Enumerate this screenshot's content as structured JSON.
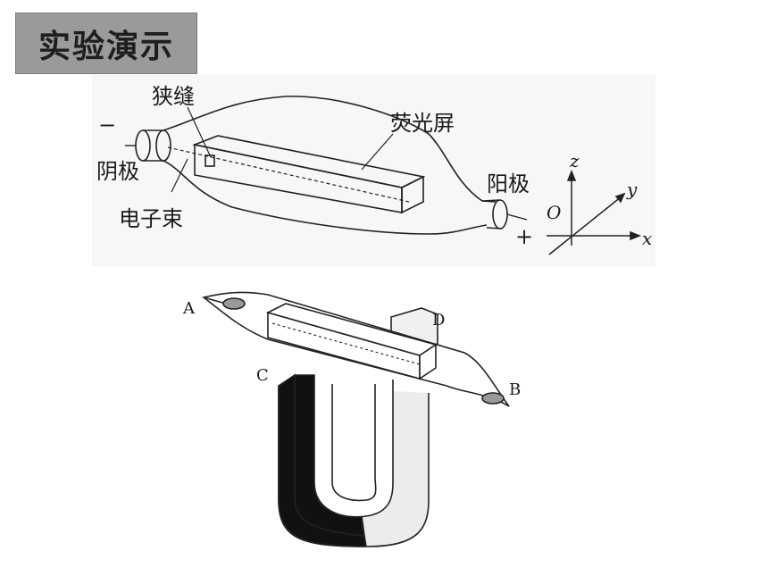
{
  "title": "实验演示",
  "labels": {
    "minus": "−",
    "plus": "+",
    "slit": "狭缝",
    "screen": "荧光屏",
    "cathode": "阴极",
    "anode": "阳极",
    "beam": "电子束",
    "origin": "O",
    "axis_x": "x",
    "axis_y": "y",
    "axis_z": "z"
  },
  "magnet_labels": {
    "a": "A",
    "b": "B",
    "c": "C",
    "d": "D"
  }
}
